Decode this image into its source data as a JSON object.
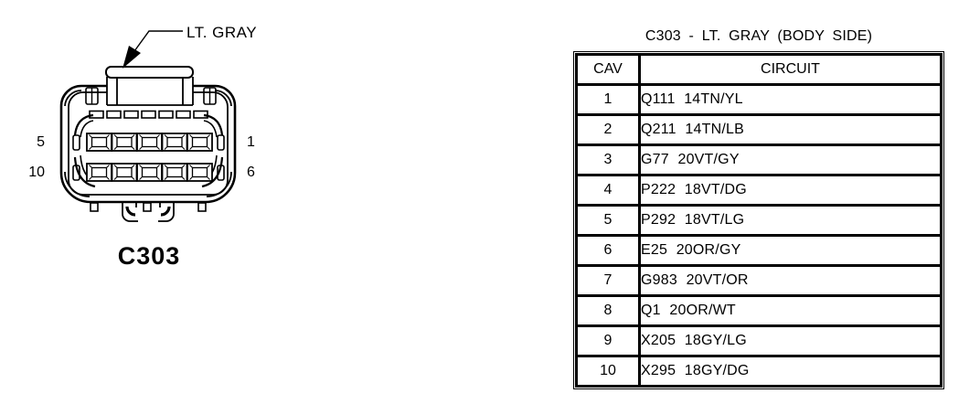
{
  "page": {
    "background": "#ffffff",
    "ink": "#000000"
  },
  "connector": {
    "label": "C303",
    "callout": "LT. GRAY",
    "pins": {
      "row1_left": "5",
      "row2_left": "10",
      "row1_right": "1",
      "row2_right": "6"
    }
  },
  "pinout": {
    "title": "C303 - LT. GRAY (BODY SIDE)",
    "columns": {
      "cav": "CAV",
      "circuit": "CIRCUIT"
    },
    "rows": [
      {
        "cav": "1",
        "circuit": "Q111 14TN/YL"
      },
      {
        "cav": "2",
        "circuit": "Q211 14TN/LB"
      },
      {
        "cav": "3",
        "circuit": "G77 20VT/GY"
      },
      {
        "cav": "4",
        "circuit": "P222 18VT/DG"
      },
      {
        "cav": "5",
        "circuit": "P292 18VT/LG"
      },
      {
        "cav": "6",
        "circuit": "E25 20OR/GY"
      },
      {
        "cav": "7",
        "circuit": "G983 20VT/OR"
      },
      {
        "cav": "8",
        "circuit": "Q1 20OR/WT"
      },
      {
        "cav": "9",
        "circuit": "X205 18GY/LG"
      },
      {
        "cav": "10",
        "circuit": "X295 18GY/DG"
      }
    ]
  }
}
